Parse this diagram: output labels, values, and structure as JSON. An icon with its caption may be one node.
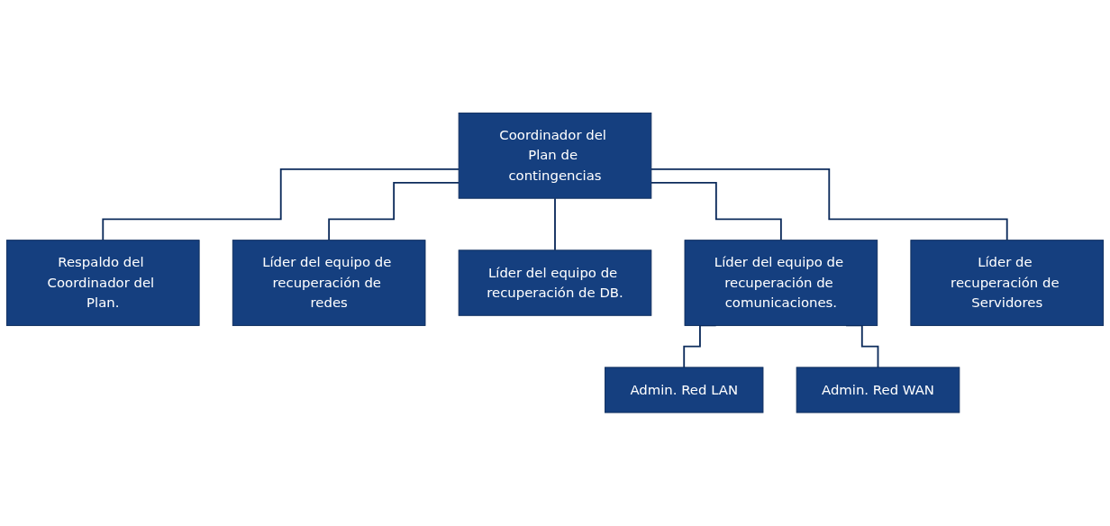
{
  "diagram": {
    "nodes": [
      {
        "text": [
          "Coordinador del Plan de contingencias"
        ]
      },
      {
        "text": [
          "Respaldo del Coordinador del Plan."
        ]
      },
      {
        "text": [
          "Líder del equipo de recuperación de redes"
        ]
      },
      {
        "text": [
          "Líder del equipo de recuperación de DB."
        ]
      },
      {
        "text": [
          "Líder del equipo de recuperación de comunicaciones."
        ]
      },
      {
        "text": [
          "Líder de recuperación de Servidores"
        ]
      },
      {
        "text": [
          "Admin. Red LAN"
        ]
      },
      {
        "text": [
          "Admin. Red WAN"
        ]
      }
    ],
    "edges": [
      {
        "from": 0,
        "to": 1,
        "arrow": "none"
      },
      {
        "from": 0,
        "to": 2,
        "arrow": "none"
      },
      {
        "from": 0,
        "to": 3,
        "arrow": "none"
      },
      {
        "from": 0,
        "to": 4,
        "arrow": "none"
      },
      {
        "from": 0,
        "to": 5,
        "arrow": "none"
      },
      {
        "from": 4,
        "to": 6,
        "arrow": "none"
      },
      {
        "from": 4,
        "to": 7,
        "arrow": "none"
      }
    ]
  }
}
